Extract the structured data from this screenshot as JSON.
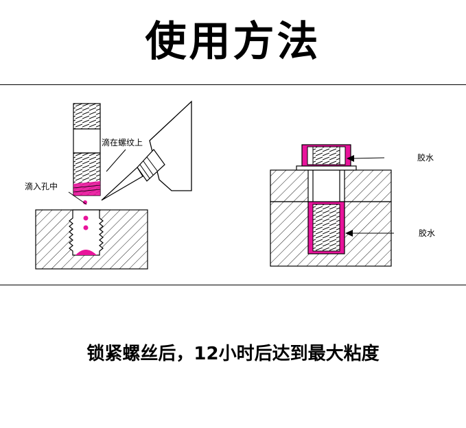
{
  "title": "使用方法",
  "labels": {
    "drip_on_thread": "滴在螺纹上",
    "drip_into_hole": "滴入孔中",
    "glue_top": "胶水",
    "glue_bottom": "胶水"
  },
  "caption": "锁紧螺丝后，12小时后达到最大粘度",
  "colors": {
    "glue": "#e8149b",
    "line": "#000000",
    "background": "#ffffff"
  }
}
